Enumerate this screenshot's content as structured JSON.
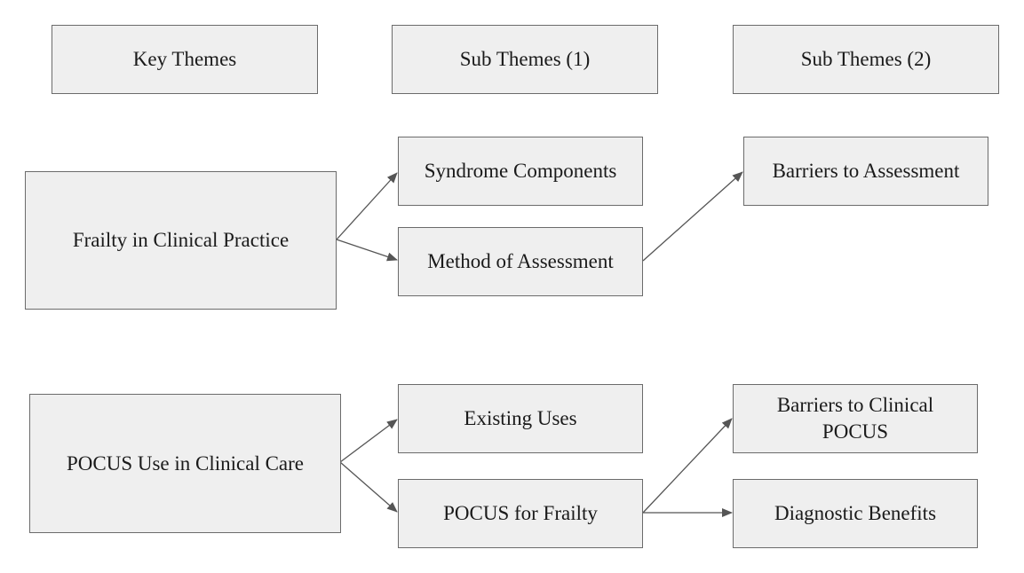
{
  "headers": {
    "key_themes": "Key Themes",
    "sub_themes_1": "Sub Themes (1)",
    "sub_themes_2": "Sub Themes (2)"
  },
  "nodes": {
    "frailty_clinical_practice": "Frailty in Clinical Practice",
    "syndrome_components": "Syndrome Components",
    "method_of_assessment": "Method of Assessment",
    "barriers_to_assessment": "Barriers to Assessment",
    "pocus_clinical_care": "POCUS Use in Clinical Care",
    "existing_uses": "Existing Uses",
    "pocus_for_frailty": "POCUS for Frailty",
    "barriers_clinical_pocus": "Barriers to Clinical POCUS",
    "diagnostic_benefits": "Diagnostic Benefits"
  },
  "colors": {
    "box_fill": "#efefef",
    "box_border": "#6b6b6b",
    "arrow": "#555555"
  }
}
